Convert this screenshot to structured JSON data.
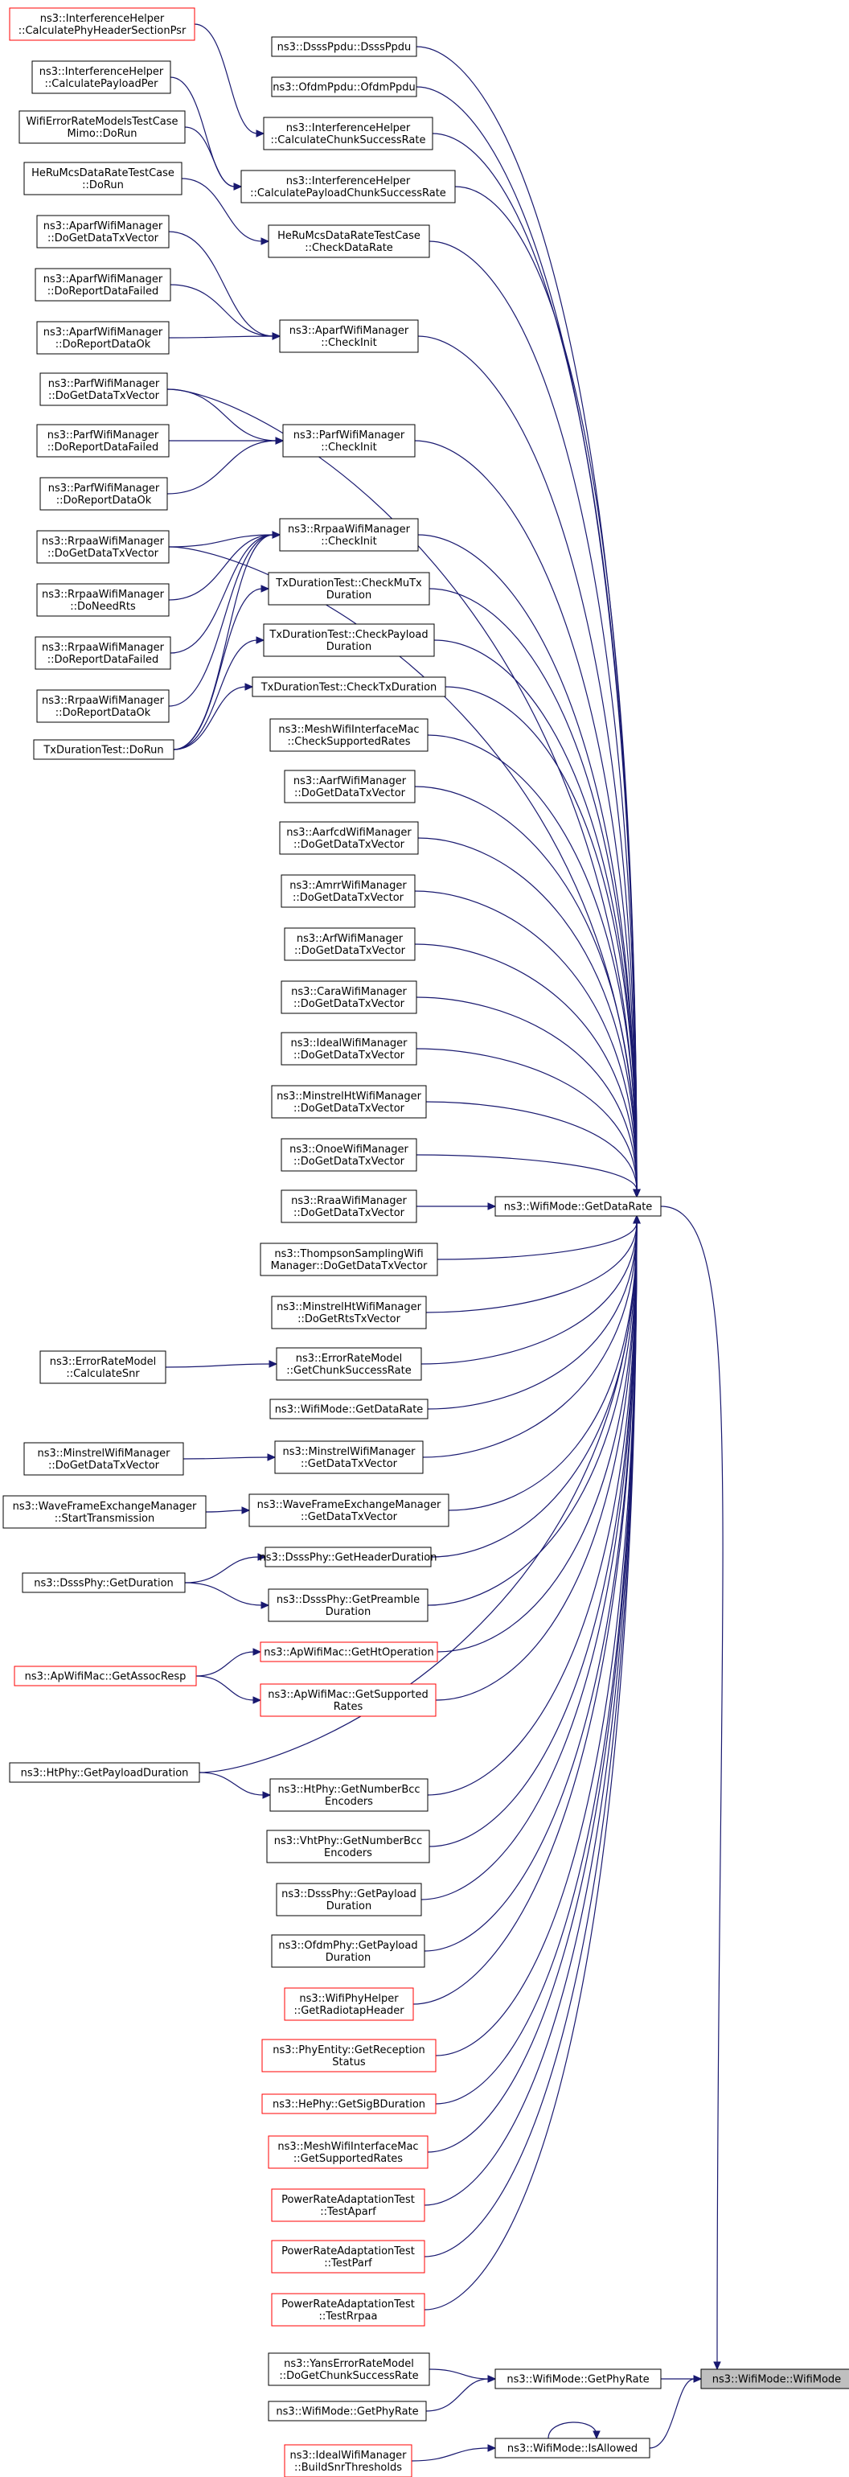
{
  "nodes": {
    "wifimode_wifimode": {
      "lines": [
        "ns3::WifiMode::WifiMode"
      ],
      "variant": "focus"
    },
    "get_data_rate": {
      "lines": [
        "ns3::WifiMode::GetDataRate"
      ]
    },
    "get_phy_rate": {
      "lines": [
        "ns3::WifiMode::GetPhyRate"
      ]
    },
    "is_allowed": {
      "lines": [
        "ns3::WifiMode::IsAllowed"
      ]
    },
    "dsss_ppdu": {
      "lines": [
        "ns3::DsssPpdu::DsssPpdu"
      ]
    },
    "ofdm_ppdu": {
      "lines": [
        "ns3::OfdmPpdu::OfdmPpdu"
      ]
    },
    "ih_chunk": {
      "lines": [
        "ns3::InterferenceHelper",
        "::CalculateChunkSuccessRate"
      ]
    },
    "ih_payload_chunk": {
      "lines": [
        "ns3::InterferenceHelper",
        "::CalculatePayloadChunkSuccessRate"
      ]
    },
    "he_check": {
      "lines": [
        "HeRuMcsDataRateTestCase",
        "::CheckDataRate"
      ]
    },
    "aparf_check": {
      "lines": [
        "ns3::AparfWifiManager",
        "::CheckInit"
      ]
    },
    "parf_check": {
      "lines": [
        "ns3::ParfWifiManager",
        "::CheckInit"
      ]
    },
    "rrpaa_check": {
      "lines": [
        "ns3::RrpaaWifiManager",
        "::CheckInit"
      ]
    },
    "tx_mu": {
      "lines": [
        "TxDurationTest::CheckMuTx",
        "Duration"
      ]
    },
    "tx_payload": {
      "lines": [
        "TxDurationTest::CheckPayload",
        "Duration"
      ]
    },
    "tx_check": {
      "lines": [
        "TxDurationTest::CheckTxDuration"
      ]
    },
    "mesh_check": {
      "lines": [
        "ns3::MeshWifiInterfaceMac",
        "::CheckSupportedRates"
      ]
    },
    "aarf": {
      "lines": [
        "ns3::AarfWifiManager",
        "::DoGetDataTxVector"
      ]
    },
    "aarfcd": {
      "lines": [
        "ns3::AarfcdWifiManager",
        "::DoGetDataTxVector"
      ]
    },
    "amrr": {
      "lines": [
        "ns3::AmrrWifiManager",
        "::DoGetDataTxVector"
      ]
    },
    "arf": {
      "lines": [
        "ns3::ArfWifiManager",
        "::DoGetDataTxVector"
      ]
    },
    "cara": {
      "lines": [
        "ns3::CaraWifiManager",
        "::DoGetDataTxVector"
      ]
    },
    "ideal": {
      "lines": [
        "ns3::IdealWifiManager",
        "::DoGetDataTxVector"
      ]
    },
    "minstrelht": {
      "lines": [
        "ns3::MinstrelHtWifiManager",
        "::DoGetDataTxVector"
      ]
    },
    "onoe": {
      "lines": [
        "ns3::OnoeWifiManager",
        "::DoGetDataTxVector"
      ]
    },
    "rraa": {
      "lines": [
        "ns3::RraaWifiManager",
        "::DoGetDataTxVector"
      ]
    },
    "thompson": {
      "lines": [
        "ns3::ThompsonSamplingWifi",
        "Manager::DoGetDataTxVector"
      ]
    },
    "minstrelht_rts": {
      "lines": [
        "ns3::MinstrelHtWifiManager",
        "::DoGetRtsTxVector"
      ]
    },
    "erm_chunk": {
      "lines": [
        "ns3::ErrorRateModel",
        "::GetChunkSuccessRate"
      ]
    },
    "wm_getdatarate": {
      "lines": [
        "ns3::WifiMode::GetDataRate"
      ]
    },
    "minstrel_get": {
      "lines": [
        "ns3::MinstrelWifiManager",
        "::GetDataTxVector"
      ]
    },
    "wfem_get": {
      "lines": [
        "ns3::WaveFrameExchangeManager",
        "::GetDataTxVector"
      ]
    },
    "dsss_header": {
      "lines": [
        "ns3::DsssPhy::GetHeaderDuration"
      ]
    },
    "dsss_preamble": {
      "lines": [
        "ns3::DsssPhy::GetPreamble",
        "Duration"
      ]
    },
    "apmac_ht": {
      "lines": [
        "ns3::ApWifiMac::GetHtOperation"
      ],
      "variant": "red"
    },
    "apmac_rates": {
      "lines": [
        "ns3::ApWifiMac::GetSupported",
        "Rates"
      ],
      "variant": "red"
    },
    "htphy_bcc": {
      "lines": [
        "ns3::HtPhy::GetNumberBcc",
        "Encoders"
      ]
    },
    "vhtphy_bcc": {
      "lines": [
        "ns3::VhtPhy::GetNumberBcc",
        "Encoders"
      ]
    },
    "dsss_payload": {
      "lines": [
        "ns3::DsssPhy::GetPayload",
        "Duration"
      ]
    },
    "ofdm_payload": {
      "lines": [
        "ns3::OfdmPhy::GetPayload",
        "Duration"
      ]
    },
    "radiotap": {
      "lines": [
        "ns3::WifiPhyHelper",
        "::GetRadiotapHeader"
      ],
      "variant": "red"
    },
    "phyentity": {
      "lines": [
        "ns3::PhyEntity::GetReception",
        "Status"
      ],
      "variant": "red"
    },
    "hephy_sigb": {
      "lines": [
        "ns3::HePhy::GetSigBDuration"
      ],
      "variant": "red"
    },
    "mesh_rates": {
      "lines": [
        "ns3::MeshWifiInterfaceMac",
        "::GetSupportedRates"
      ],
      "variant": "red"
    },
    "test_aparf": {
      "lines": [
        "PowerRateAdaptationTest",
        "::TestAparf"
      ],
      "variant": "red"
    },
    "test_parf": {
      "lines": [
        "PowerRateAdaptationTest",
        "::TestParf"
      ],
      "variant": "red"
    },
    "test_rrpaa": {
      "lines": [
        "PowerRateAdaptationTest",
        "::TestRrpaa"
      ],
      "variant": "red"
    },
    "yans_chunk": {
      "lines": [
        "ns3::YansErrorRateModel",
        "::DoGetChunkSuccessRate"
      ]
    },
    "wm_getphyrate": {
      "lines": [
        "ns3::WifiMode::GetPhyRate"
      ]
    },
    "ideal_build": {
      "lines": [
        "ns3::IdealWifiManager",
        "::BuildSnrThresholds"
      ],
      "variant": "red"
    },
    "ih_phy_psr": {
      "lines": [
        "ns3::InterferenceHelper",
        "::CalculatePhyHeaderSectionPsr"
      ],
      "variant": "red"
    },
    "ih_payload_per": {
      "lines": [
        "ns3::InterferenceHelper",
        "::CalculatePayloadPer"
      ]
    },
    "wer_mimo": {
      "lines": [
        "WifiErrorRateModelsTestCase",
        "Mimo::DoRun"
      ]
    },
    "he_dorun": {
      "lines": [
        "HeRuMcsDataRateTestCase",
        "::DoRun"
      ]
    },
    "aparf_dgdtv": {
      "lines": [
        "ns3::AparfWifiManager",
        "::DoGetDataTxVector"
      ]
    },
    "aparf_drdf": {
      "lines": [
        "ns3::AparfWifiManager",
        "::DoReportDataFailed"
      ]
    },
    "aparf_drdo": {
      "lines": [
        "ns3::AparfWifiManager",
        "::DoReportDataOk"
      ]
    },
    "parf_dgdtv": {
      "lines": [
        "ns3::ParfWifiManager",
        "::DoGetDataTxVector"
      ]
    },
    "parf_drdf": {
      "lines": [
        "ns3::ParfWifiManager",
        "::DoReportDataFailed"
      ]
    },
    "parf_drdo": {
      "lines": [
        "ns3::ParfWifiManager",
        "::DoReportDataOk"
      ]
    },
    "rrpaa_dgdtv": {
      "lines": [
        "ns3::RrpaaWifiManager",
        "::DoGetDataTxVector"
      ]
    },
    "rrpaa_dnr": {
      "lines": [
        "ns3::RrpaaWifiManager",
        "::DoNeedRts"
      ]
    },
    "rrpaa_drdf": {
      "lines": [
        "ns3::RrpaaWifiManager",
        "::DoReportDataFailed"
      ]
    },
    "rrpaa_drdo": {
      "lines": [
        "ns3::RrpaaWifiManager",
        "::DoReportDataOk"
      ]
    },
    "tx_dorun": {
      "lines": [
        "TxDurationTest::DoRun"
      ]
    },
    "erm_calcsnr": {
      "lines": [
        "ns3::ErrorRateModel",
        "::CalculateSnr"
      ]
    },
    "minstrel_dgdtv": {
      "lines": [
        "ns3::MinstrelWifiManager",
        "::DoGetDataTxVector"
      ]
    },
    "wfem_start": {
      "lines": [
        "ns3::WaveFrameExchangeManager",
        "::StartTransmission"
      ]
    },
    "dsss_dur": {
      "lines": [
        "ns3::DsssPhy::GetDuration"
      ]
    },
    "apmac_assoc": {
      "lines": [
        "ns3::ApWifiMac::GetAssocResp"
      ],
      "variant": "red"
    },
    "htphy_payload": {
      "lines": [
        "ns3::HtPhy::GetPayloadDuration"
      ]
    }
  },
  "edges": [
    [
      "get_data_rate",
      "wifimode_wifimode"
    ],
    [
      "get_phy_rate",
      "wifimode_wifimode"
    ],
    [
      "is_allowed",
      "wifimode_wifimode"
    ],
    [
      "is_allowed",
      "is_allowed"
    ],
    [
      "dsss_ppdu",
      "get_data_rate"
    ],
    [
      "ofdm_ppdu",
      "get_data_rate"
    ],
    [
      "ih_chunk",
      "get_data_rate"
    ],
    [
      "ih_payload_chunk",
      "get_data_rate"
    ],
    [
      "he_check",
      "get_data_rate"
    ],
    [
      "aparf_check",
      "get_data_rate"
    ],
    [
      "parf_check",
      "get_data_rate"
    ],
    [
      "rrpaa_check",
      "get_data_rate"
    ],
    [
      "tx_mu",
      "get_data_rate"
    ],
    [
      "tx_payload",
      "get_data_rate"
    ],
    [
      "tx_check",
      "get_data_rate"
    ],
    [
      "mesh_check",
      "get_data_rate"
    ],
    [
      "aarf",
      "get_data_rate"
    ],
    [
      "aarfcd",
      "get_data_rate"
    ],
    [
      "amrr",
      "get_data_rate"
    ],
    [
      "arf",
      "get_data_rate"
    ],
    [
      "cara",
      "get_data_rate"
    ],
    [
      "ideal",
      "get_data_rate"
    ],
    [
      "minstrelht",
      "get_data_rate"
    ],
    [
      "onoe",
      "get_data_rate"
    ],
    [
      "rraa",
      "get_data_rate"
    ],
    [
      "thompson",
      "get_data_rate"
    ],
    [
      "minstrelht_rts",
      "get_data_rate"
    ],
    [
      "erm_chunk",
      "get_data_rate"
    ],
    [
      "wm_getdatarate",
      "get_data_rate"
    ],
    [
      "minstrel_get",
      "get_data_rate"
    ],
    [
      "wfem_get",
      "get_data_rate"
    ],
    [
      "dsss_header",
      "get_data_rate"
    ],
    [
      "dsss_preamble",
      "get_data_rate"
    ],
    [
      "apmac_ht",
      "get_data_rate"
    ],
    [
      "apmac_rates",
      "get_data_rate"
    ],
    [
      "htphy_payload",
      "get_data_rate"
    ],
    [
      "htphy_bcc",
      "get_data_rate"
    ],
    [
      "vhtphy_bcc",
      "get_data_rate"
    ],
    [
      "dsss_payload",
      "get_data_rate"
    ],
    [
      "ofdm_payload",
      "get_data_rate"
    ],
    [
      "radiotap",
      "get_data_rate"
    ],
    [
      "phyentity",
      "get_data_rate"
    ],
    [
      "hephy_sigb",
      "get_data_rate"
    ],
    [
      "mesh_rates",
      "get_data_rate"
    ],
    [
      "test_aparf",
      "get_data_rate"
    ],
    [
      "test_parf",
      "get_data_rate"
    ],
    [
      "test_rrpaa",
      "get_data_rate"
    ],
    [
      "parf_dgdtv",
      "get_data_rate"
    ],
    [
      "rrpaa_dgdtv",
      "get_data_rate"
    ],
    [
      "ih_phy_psr",
      "ih_chunk"
    ],
    [
      "ih_payload_per",
      "ih_payload_chunk"
    ],
    [
      "wer_mimo",
      "ih_payload_chunk"
    ],
    [
      "he_dorun",
      "he_check"
    ],
    [
      "aparf_dgdtv",
      "aparf_check"
    ],
    [
      "aparf_drdf",
      "aparf_check"
    ],
    [
      "aparf_drdo",
      "aparf_check"
    ],
    [
      "parf_dgdtv",
      "parf_check"
    ],
    [
      "parf_drdf",
      "parf_check"
    ],
    [
      "parf_drdo",
      "parf_check"
    ],
    [
      "rrpaa_dgdtv",
      "rrpaa_check"
    ],
    [
      "rrpaa_dnr",
      "rrpaa_check"
    ],
    [
      "rrpaa_drdf",
      "rrpaa_check"
    ],
    [
      "rrpaa_drdo",
      "rrpaa_check"
    ],
    [
      "tx_dorun",
      "rrpaa_check"
    ],
    [
      "tx_dorun",
      "tx_mu"
    ],
    [
      "tx_dorun",
      "tx_payload"
    ],
    [
      "tx_dorun",
      "tx_check"
    ],
    [
      "erm_calcsnr",
      "erm_chunk"
    ],
    [
      "minstrel_dgdtv",
      "minstrel_get"
    ],
    [
      "wfem_start",
      "wfem_get"
    ],
    [
      "dsss_dur",
      "dsss_header"
    ],
    [
      "dsss_dur",
      "dsss_preamble"
    ],
    [
      "apmac_assoc",
      "apmac_ht"
    ],
    [
      "apmac_assoc",
      "apmac_rates"
    ],
    [
      "htphy_payload",
      "htphy_bcc"
    ],
    [
      "yans_chunk",
      "get_phy_rate"
    ],
    [
      "wm_getphyrate",
      "get_phy_rate"
    ],
    [
      "ideal_build",
      "is_allowed"
    ]
  ]
}
